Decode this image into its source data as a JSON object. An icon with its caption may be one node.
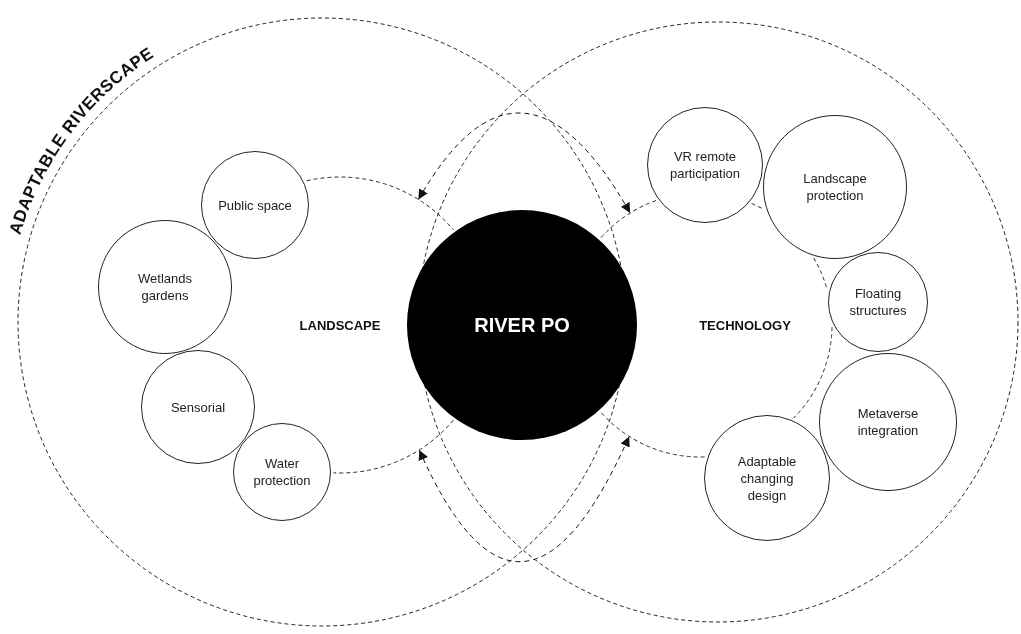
{
  "diagram": {
    "nodes": [
      {
        "text": [
          "ADAPTABLE RIVERSCAPE"
        ]
      },
      {
        "text": [],
        "shape": "circle"
      },
      {
        "text": [
          "LANDSCAPE"
        ],
        "in": 0
      },
      {
        "text": [
          "Public space"
        ],
        "in": 0
      },
      {
        "text": [
          "Wetlands gardens"
        ],
        "in": 0
      },
      {
        "text": [
          "Sensorial"
        ],
        "in": 0
      },
      {
        "text": [
          "Water protection"
        ],
        "in": 0
      },
      {
        "text": [
          "RIVER PO"
        ]
      },
      {
        "text": [
          "TECHNOLOGY"
        ],
        "in": 1
      },
      {
        "text": [
          "VR remote participation"
        ],
        "in": 1
      },
      {
        "text": [
          "Landscape protection"
        ],
        "in": 1
      },
      {
        "text": [
          "Floating structures"
        ],
        "in": 1
      },
      {
        "text": [
          "Metaverse integration"
        ],
        "in": 1
      },
      {
        "text": [
          "Adaptable changing design"
        ],
        "in": 1
      }
    ],
    "edges": [
      {
        "from": 2,
        "to": 8,
        "arrow": "both",
        "style": "dashed"
      },
      {
        "from": 2,
        "to": 8,
        "arrow": "both",
        "style": "dashed"
      }
    ]
  }
}
